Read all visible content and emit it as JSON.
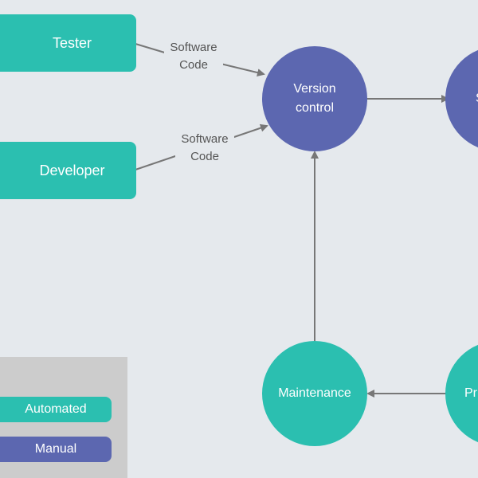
{
  "colors": {
    "background": "#e5e9ed",
    "automated": "#2bbfb0",
    "manual": "#5c67b0",
    "edge": "#777777",
    "legend_bg": "#cccccc",
    "label_text": "#555555"
  },
  "nodes": {
    "tester": {
      "label": "Tester",
      "kind": "manual-role"
    },
    "developer": {
      "label": "Developer",
      "kind": "manual-role"
    },
    "version_control": {
      "label_line1": "Version",
      "label_line2": "control",
      "kind": "manual"
    },
    "partial_right_top": {
      "label": "S",
      "kind": "manual"
    },
    "maintenance": {
      "label": "Maintenance",
      "kind": "automated"
    },
    "partial_right_bottom": {
      "label": "Pr",
      "kind": "automated"
    }
  },
  "edge_labels": {
    "tester_to_vc": {
      "line1": "Software",
      "line2": "Code"
    },
    "developer_to_vc": {
      "line1": "Software",
      "line2": "Code"
    }
  },
  "legend": {
    "items": [
      {
        "label": "Automated",
        "color": "#2bbfb0"
      },
      {
        "label": "Manual",
        "color": "#5c67b0"
      }
    ]
  }
}
